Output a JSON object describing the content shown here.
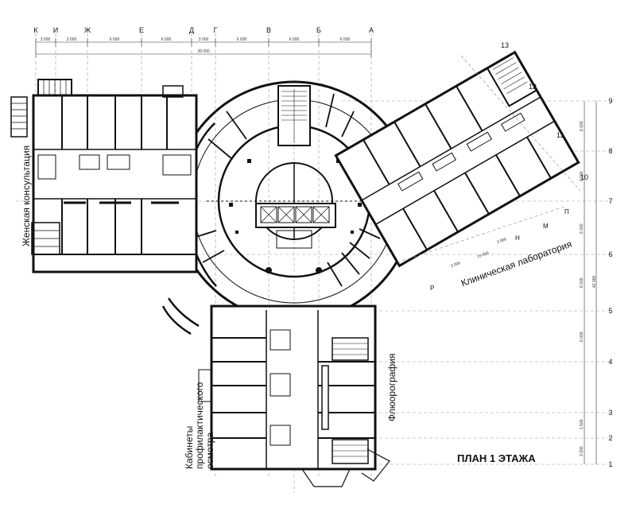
{
  "plan_title": "ПЛАН 1 ЭТАЖА",
  "zones": {
    "women_consultation": "Женская консультация",
    "clinical_lab": "Клиническая лаборатория",
    "prophylactic_rooms": "Кабинеты профилактического осмотра",
    "fluorography": "Флюорография"
  },
  "axes_top": [
    "К",
    "И",
    "Ж",
    "Е",
    "Д",
    "Г",
    "В",
    "Б",
    "А"
  ],
  "axes_right": [
    "9",
    "8",
    "7",
    "6",
    "5",
    "4",
    "3",
    "2",
    "1"
  ],
  "axes_rotated_num": [
    "13",
    "12",
    "11",
    "10"
  ],
  "axes_rotated_letters": [
    "П",
    "Н",
    "М",
    "Р"
  ],
  "dims_top": [
    "3 000",
    "3 000",
    "6 000",
    "6 000",
    "3 000",
    "6 000",
    "6 000",
    "6 000"
  ],
  "dim_total": "39 000",
  "dims_right": [
    "6 000",
    "6 000",
    "6 000",
    "6 000",
    "6 000",
    "1 500",
    "3 000"
  ],
  "dim_right_total": "42 000",
  "dims_lab": [
    "3 000",
    "3 000",
    "15 000"
  ]
}
